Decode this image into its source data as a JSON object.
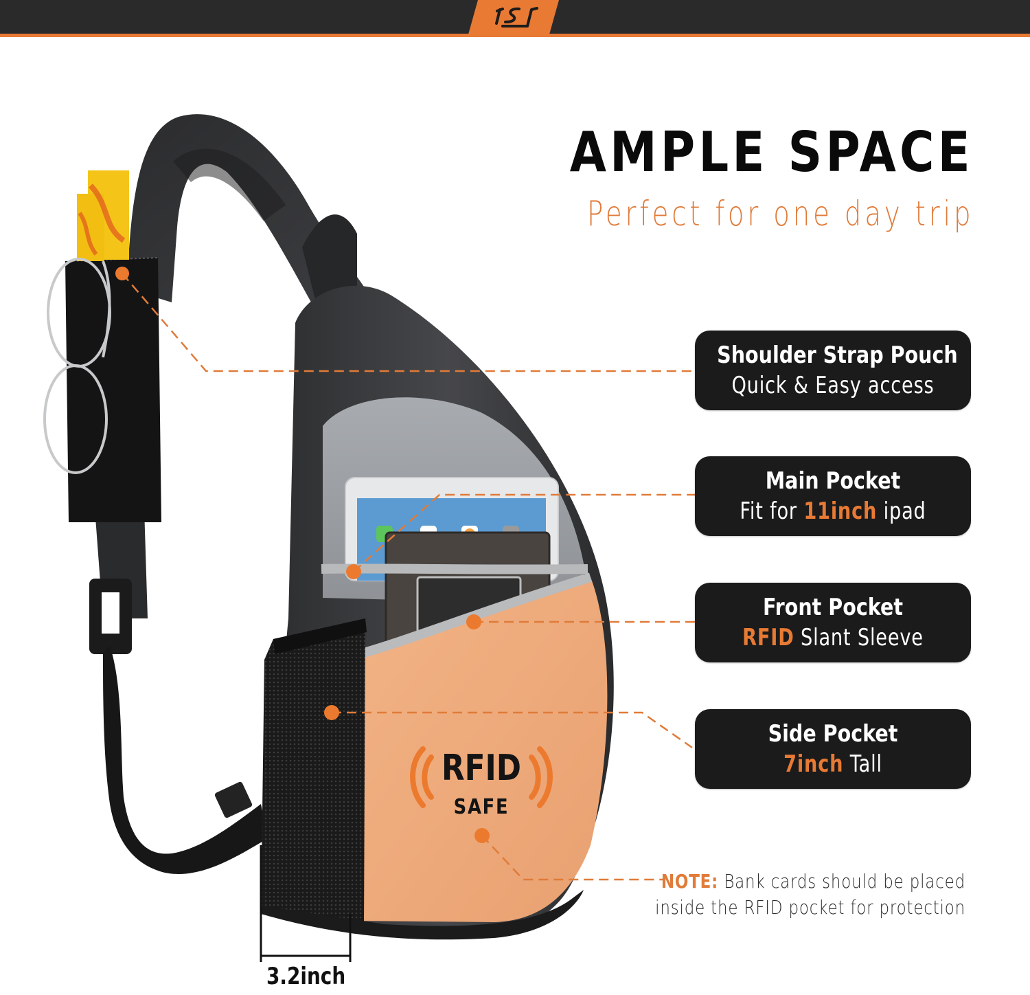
{
  "header": {
    "logo_icon": "brand-logo-icon",
    "bar_color": "#2a2a2a",
    "accent_color": "#e87a34"
  },
  "hero": {
    "title": "AMPLE SPACE",
    "subtitle": "Perfect for one day trip"
  },
  "callouts": [
    {
      "title": "Shoulder Strap Pouch",
      "sub_pre": "Quick & Easy access",
      "sub_accent": "",
      "sub_post": ""
    },
    {
      "title": "Main Pocket",
      "sub_pre": "Fit for ",
      "sub_accent": "11inch",
      "sub_post": " ipad"
    },
    {
      "title": "Front Pocket",
      "sub_pre": "",
      "sub_accent": "RFID",
      "sub_post": " Slant Sleeve"
    },
    {
      "title": "Side Pocket",
      "sub_pre": "",
      "sub_accent": "7inch",
      "sub_post": " Tall"
    }
  ],
  "rfid_badge": {
    "label": "RFID",
    "sublabel": "SAFE",
    "icon": "rfid-signal-icon"
  },
  "note": {
    "label": "NOTE:",
    "line1": " Bank cards should be placed",
    "line2": "inside the RFID pocket for protection"
  },
  "dimension": {
    "label": "3.2inch"
  },
  "colors": {
    "accent": "#e87a34",
    "card_bg": "#1b1b1b",
    "pocket_fill": "#f0ab7a",
    "bag_body": "#3a3b3d"
  }
}
